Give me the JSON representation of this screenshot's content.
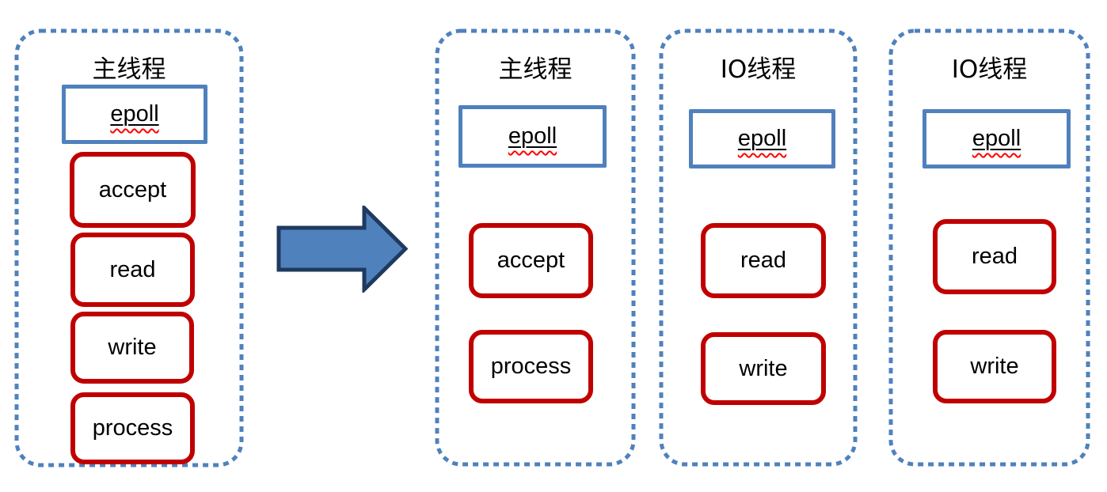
{
  "panels": [
    {
      "title": "主线程",
      "epoll_label": "epoll",
      "tasks": [
        "accept",
        "read",
        "write",
        "process"
      ]
    },
    {
      "title": "主线程",
      "epoll_label": "epoll",
      "tasks": [
        "accept",
        "process"
      ]
    },
    {
      "title": "IO线程",
      "epoll_label": "epoll",
      "tasks": [
        "read",
        "write"
      ]
    },
    {
      "title": "IO线程",
      "epoll_label": "epoll",
      "tasks": [
        "read",
        "write"
      ]
    }
  ],
  "arrow": {
    "direction": "right"
  },
  "colors": {
    "panel_border": "#4f81bd",
    "epoll_border": "#4f81bd",
    "task_border": "#c00000",
    "arrow_fill": "#4f81bd",
    "arrow_outline": "#1f3a5f",
    "text": "#000000",
    "spellcheck_underline": "#ff0000"
  }
}
